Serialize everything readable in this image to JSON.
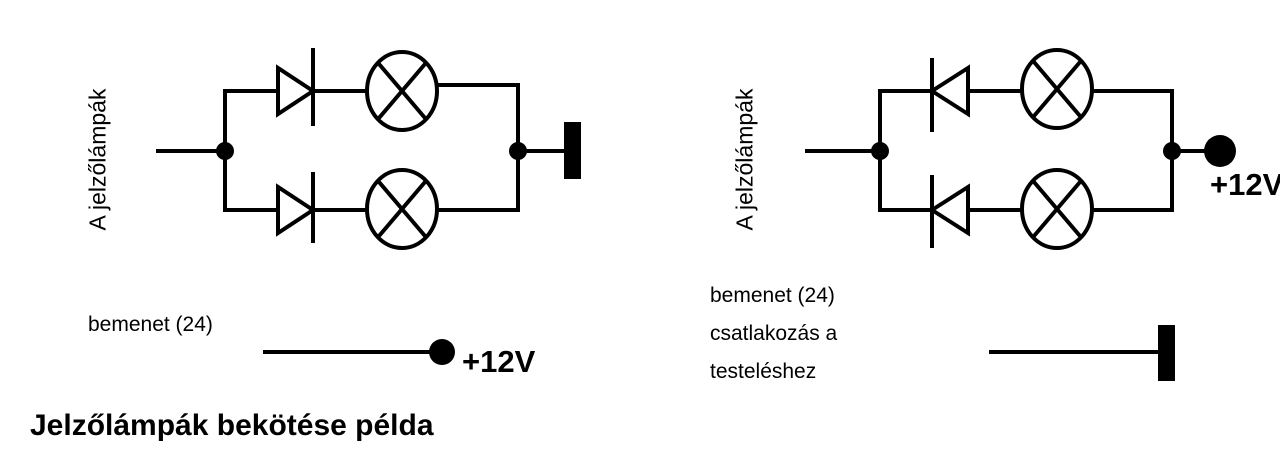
{
  "diagram": {
    "title": "Jelzőlámpák bekötése példa",
    "left": {
      "vertical_label": "A jelzőlámpák",
      "input_label": "bemenet (24)",
      "voltage_label": "+12V"
    },
    "right": {
      "vertical_label": "A jelzőlámpák",
      "voltage_label": "+12V",
      "input_label": "bemenet (24)",
      "ground_label_line1": "csatlakozás a",
      "ground_label_line2": "testeléshez"
    }
  }
}
